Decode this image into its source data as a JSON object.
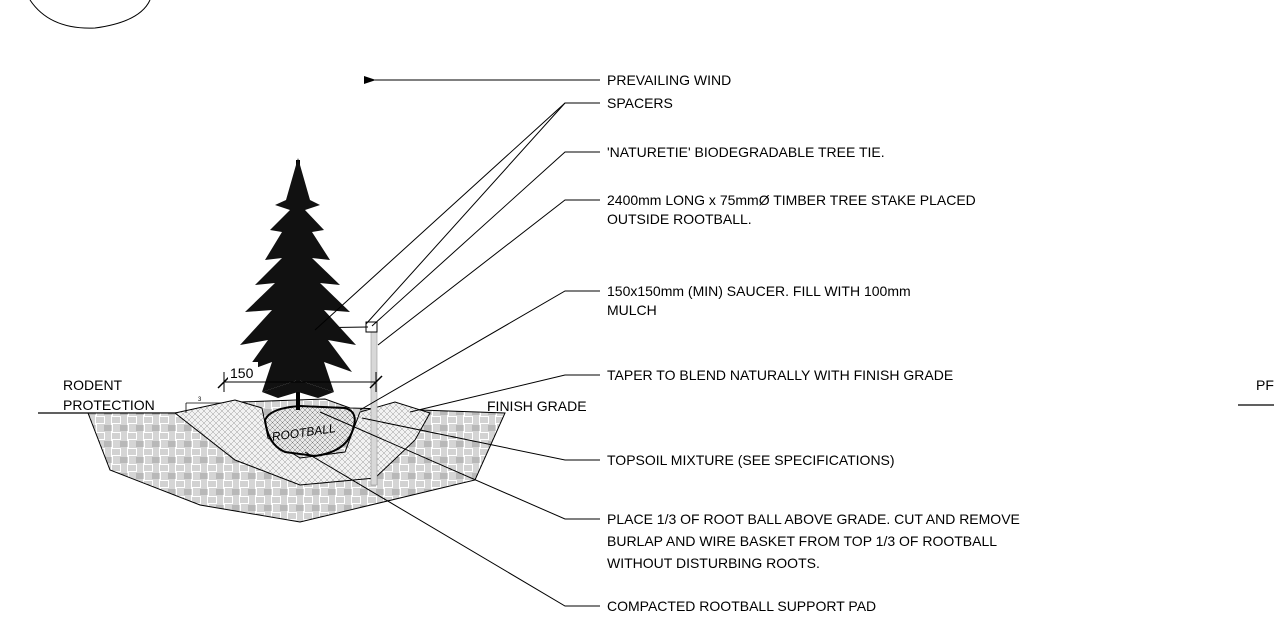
{
  "labels": {
    "prevailing_wind": "PREVAILING WIND",
    "spacers": "SPACERS",
    "tree_tie": "'NATURETIE' BIODEGRADABLE TREE TIE.",
    "stake_line1": "2400mm LONG x 75mmØ TIMBER TREE STAKE PLACED",
    "stake_line2": "OUTSIDE ROOTBALL.",
    "saucer_line1": "150x150mm (MIN) SAUCER. FILL WITH 100mm",
    "saucer_line2": "MULCH",
    "taper": "TAPER TO BLEND NATURALLY WITH FINISH GRADE",
    "rodent_line1": "RODENT",
    "rodent_line2": "PROTECTION",
    "finish_grade": "FINISH GRADE",
    "topsoil": "TOPSOIL MIXTURE (SEE SPECIFICATIONS)",
    "place_line1": "PLACE 1/3 OF ROOT BALL ABOVE GRADE. CUT AND REMOVE",
    "place_line2": "BURLAP AND WIRE BASKET FROM TOP 1/3 OF ROOTBALL",
    "place_line3": "WITHOUT DISTURBING ROOTS.",
    "compacted": "COMPACTED ROOTBALL SUPPORT PAD",
    "rootball_stamp": "ROOTBALL",
    "dimension": "150",
    "small_mark": "3",
    "cut_off": "PF"
  }
}
